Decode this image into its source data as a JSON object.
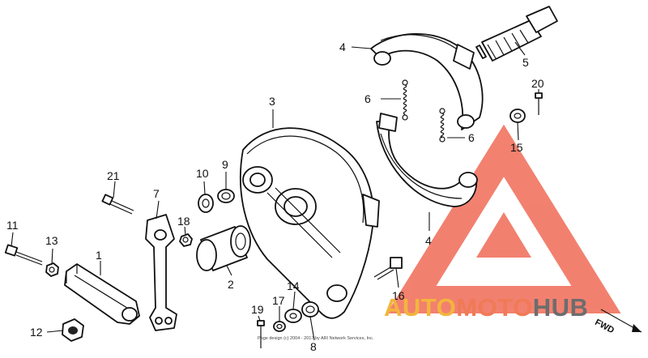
{
  "parts": [
    {
      "number": "1"
    },
    {
      "number": "2"
    },
    {
      "number": "3"
    },
    {
      "number": "4"
    },
    {
      "number": "4"
    },
    {
      "number": "5"
    },
    {
      "number": "6"
    },
    {
      "number": "6"
    },
    {
      "number": "7"
    },
    {
      "number": "8"
    },
    {
      "number": "9"
    },
    {
      "number": "10"
    },
    {
      "number": "11"
    },
    {
      "number": "12"
    },
    {
      "number": "13"
    },
    {
      "number": "14"
    },
    {
      "number": "15"
    },
    {
      "number": "16"
    },
    {
      "number": "17"
    },
    {
      "number": "18"
    },
    {
      "number": "19"
    },
    {
      "number": "20"
    },
    {
      "number": "21"
    }
  ],
  "watermark": {
    "brand_auto": "AUTO",
    "brand_moto": "MOTO",
    "brand_hub": "HUB",
    "colors": {
      "triangle": "#f06b56",
      "auto": "#f2b53d",
      "moto": "#f07a56",
      "hub": "#6d6d6d"
    }
  },
  "copyright_text": "Page design (c) 2004 - 2017 by ARI Network Services, Inc.",
  "direction_label": "FWD"
}
